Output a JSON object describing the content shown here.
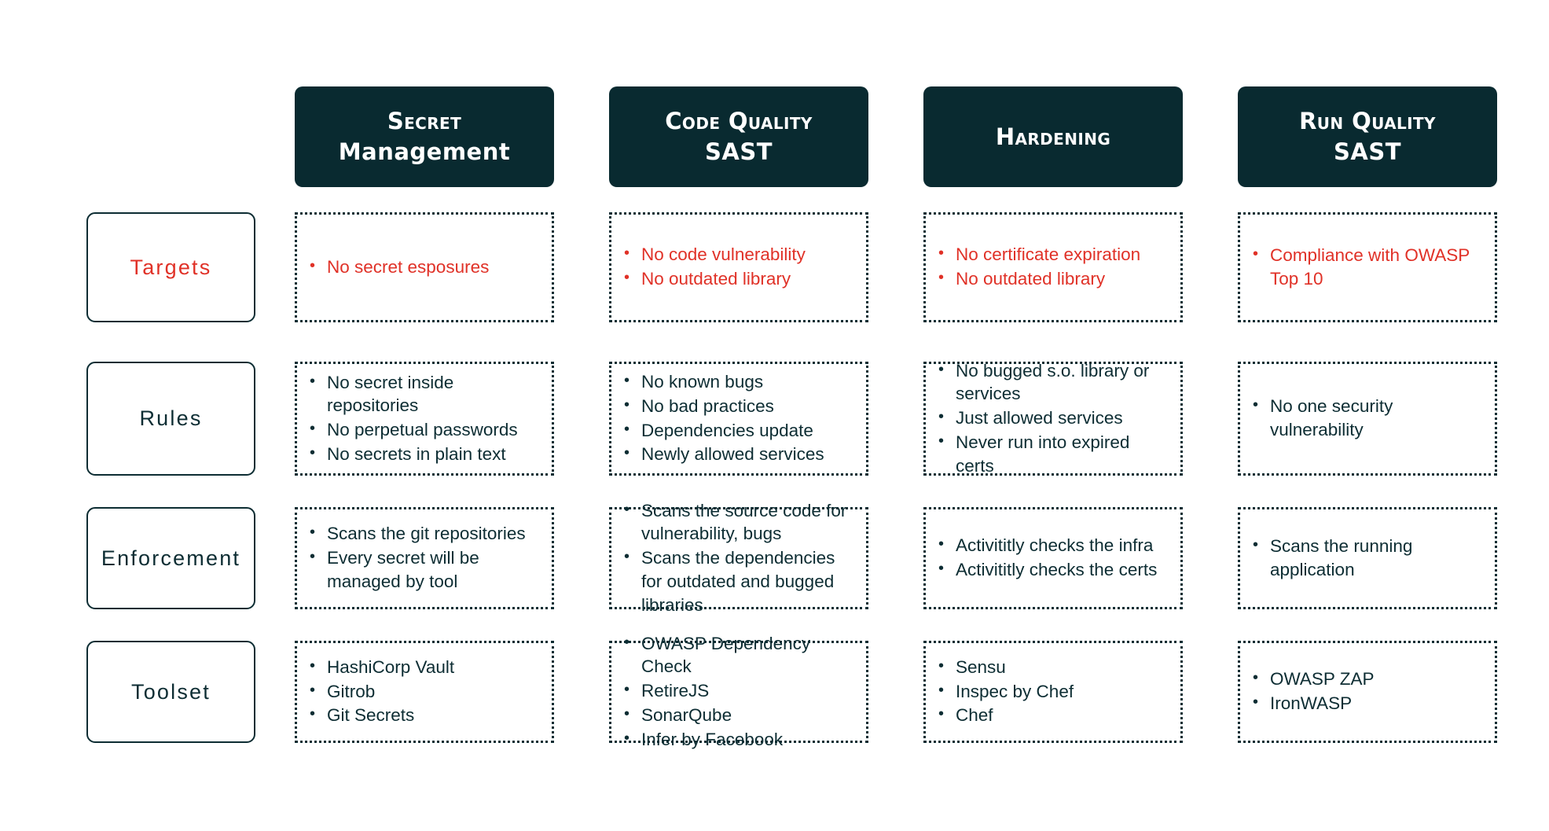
{
  "theme": {
    "dark": "#092a30",
    "border": "#0d2d33",
    "accent": "#e03127",
    "background": "#ffffff"
  },
  "columns": [
    {
      "id": "secret-management",
      "title": "Secret",
      "subtitle": "Management"
    },
    {
      "id": "code-quality",
      "title": "Code Quality",
      "subtitle": "SAST"
    },
    {
      "id": "hardening",
      "title": "Hardening",
      "subtitle": ""
    },
    {
      "id": "run-quality",
      "title": "Run Quality",
      "subtitle": "SAST"
    }
  ],
  "rows": [
    {
      "id": "targets",
      "label": "Targets",
      "accent": true
    },
    {
      "id": "rules",
      "label": "Rules",
      "accent": false
    },
    {
      "id": "enforcement",
      "label": "Enforcement",
      "accent": false
    },
    {
      "id": "toolset",
      "label": "Toolset",
      "accent": false
    }
  ],
  "cells": {
    "targets": [
      [
        "No secret esposures"
      ],
      [
        "No code vulnerability",
        "No outdated library"
      ],
      [
        "No certificate expiration",
        "No outdated library"
      ],
      [
        "Compliance with OWASP Top 10"
      ]
    ],
    "rules": [
      [
        "No secret inside repositories",
        "No perpetual passwords",
        "No secrets in plain text"
      ],
      [
        "No known bugs",
        "No bad practices",
        "Dependencies update",
        "Newly allowed services"
      ],
      [
        "No bugged s.o. library or services",
        "Just allowed services",
        "Never run into expired certs"
      ],
      [
        "No one security vulnerability"
      ]
    ],
    "enforcement": [
      [
        "Scans the git repositories",
        "Every secret will be managed by tool"
      ],
      [
        "Scans the source code for vulnerability, bugs",
        "Scans the dependencies for outdated and bugged libraries"
      ],
      [
        "Activititly checks the infra",
        "Activititly checks the certs"
      ],
      [
        "Scans the running application"
      ]
    ],
    "toolset": [
      [
        "HashiCorp Vault",
        "Gitrob",
        "Git Secrets"
      ],
      [
        "OWASP Dependency Check",
        "RetireJS",
        "SonarQube",
        "Infer by Facebook"
      ],
      [
        "Sensu",
        "Inspec by Chef",
        "Chef"
      ],
      [
        "OWASP ZAP",
        "IronWASP"
      ]
    ]
  }
}
